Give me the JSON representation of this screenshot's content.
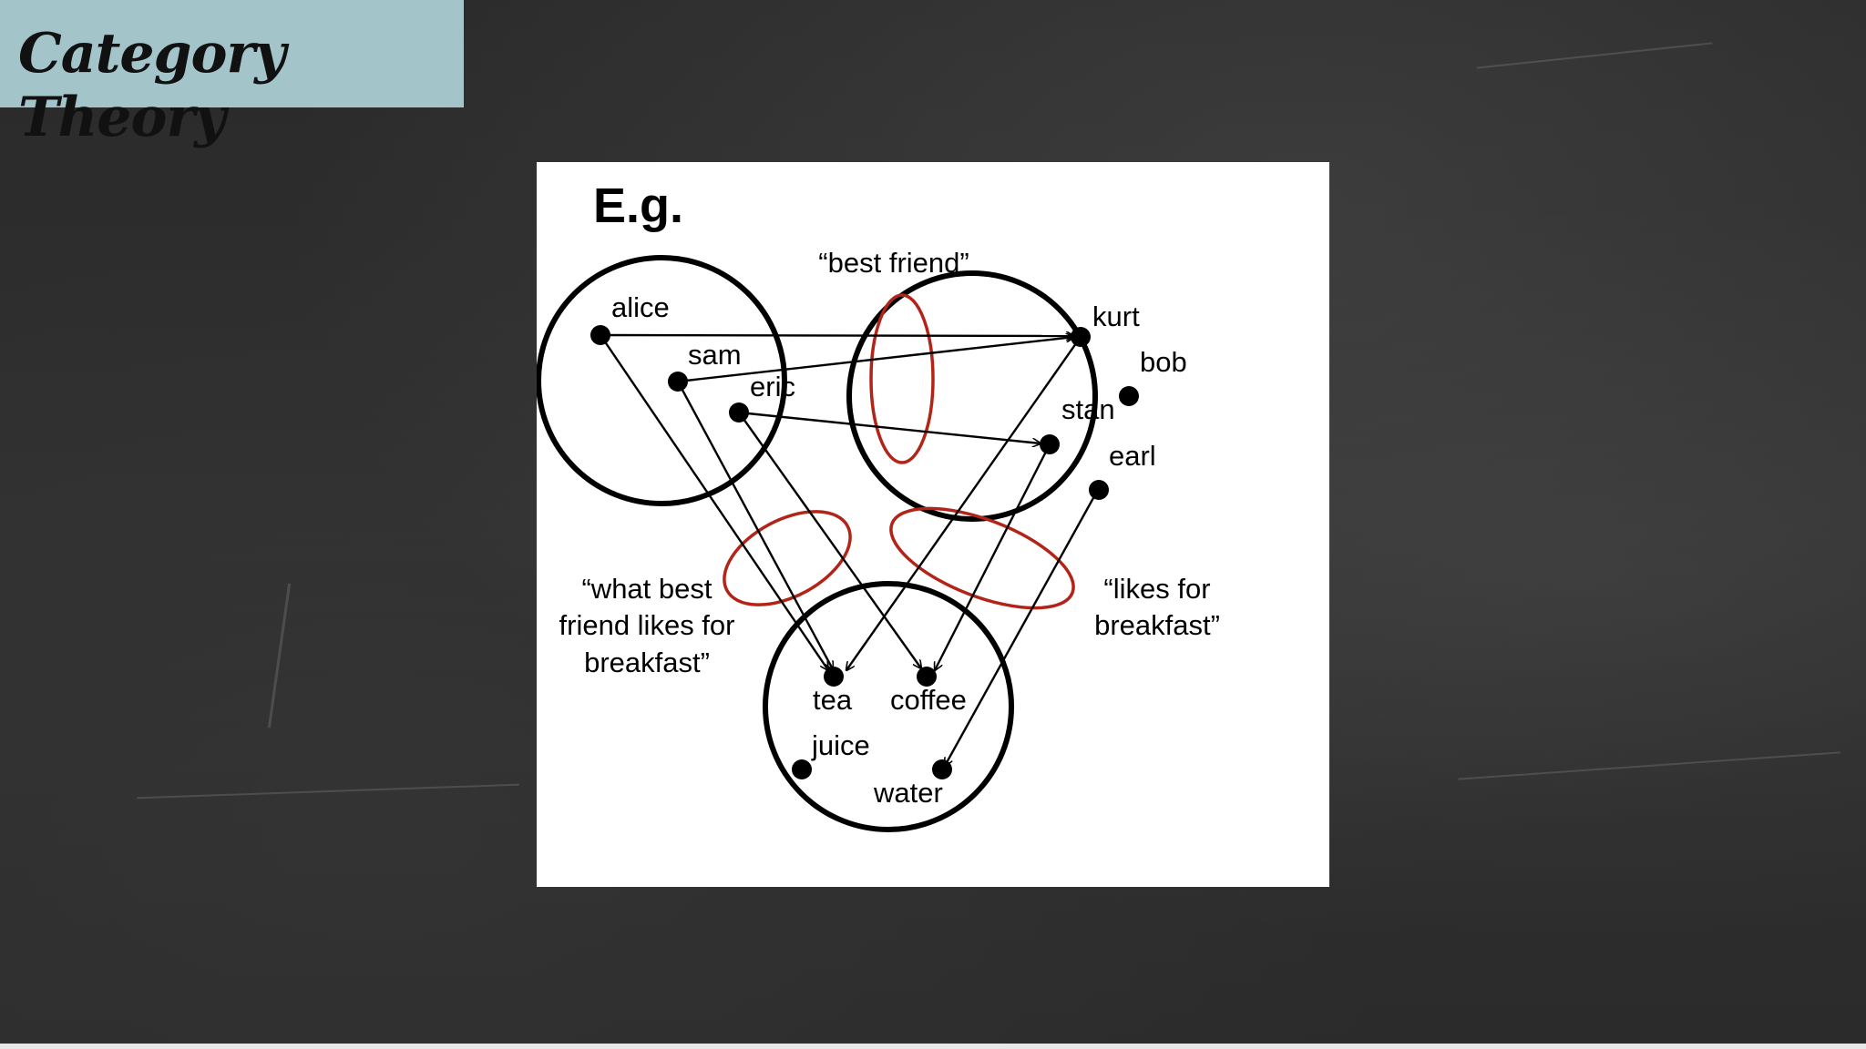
{
  "slide": {
    "title": "Category Theory"
  },
  "diagram": {
    "heading": "E.g.",
    "sets": {
      "people_a": [
        "alice",
        "sam",
        "eric"
      ],
      "people_b": [
        "kurt",
        "bob",
        "stan",
        "earl"
      ],
      "drinks": [
        "tea",
        "coffee",
        "juice",
        "water"
      ]
    },
    "labels": {
      "best_friend": "“best friend”",
      "what_best_line1": "“what best",
      "what_best_line2": "friend likes for",
      "what_best_line3": "breakfast”",
      "likes_line1": "“likes for",
      "likes_line2": "breakfast”"
    },
    "node_labels": {
      "alice": "alice",
      "sam": "sam",
      "eric": "eric",
      "kurt": "kurt",
      "bob": "bob",
      "stan": "stan",
      "earl": "earl",
      "tea": "tea",
      "coffee": "coffee",
      "juice": "juice",
      "water": "water"
    },
    "mappings": {
      "best_friend": [
        [
          "alice",
          "kurt"
        ],
        [
          "sam",
          "kurt"
        ],
        [
          "eric",
          "stan"
        ]
      ],
      "what_best_friend_likes_for_breakfast": [
        [
          "alice",
          "tea"
        ],
        [
          "sam",
          "tea"
        ],
        [
          "eric",
          "coffee"
        ]
      ],
      "likes_for_breakfast": [
        [
          "kurt",
          "tea"
        ],
        [
          "stan",
          "coffee"
        ],
        [
          "earl",
          "water"
        ]
      ]
    },
    "colors": {
      "ink": "#000000",
      "highlight": "#b22418"
    }
  }
}
